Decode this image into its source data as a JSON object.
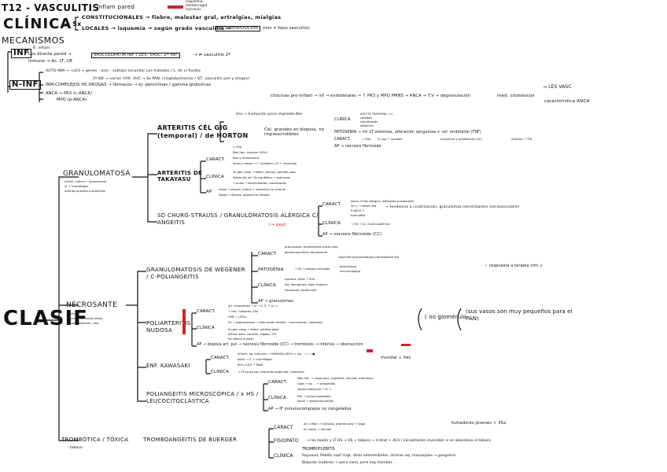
{
  "header": {
    "title": "T12 - VASCULITIS",
    "subtitle": "- inflam pared",
    "sidelist": [
      "isquemia",
      "hemorragia",
      "necrosis"
    ]
  },
  "clinica": {
    "title": "CLÍNICA",
    "sx": "→ Sx",
    "constitucionales": "CONSTITUCIONALES → fiebre, malestar gral, artralgias, mialgias",
    "locales": "LOCALES → isquemia → según grado vasculitis →",
    "superposicion": "SD SUPERPOSICIÓN",
    "mix": "(mix ≠ tipos vasculitis)"
  },
  "mecanismos": {
    "title": "MECANISMOS",
    "inf": "INF",
    "inf_lines": [
      "R. inflam.",
      "Les directa pared →",
      "Inmune → Ac, LT, LB"
    ],
    "vasculopatia": "VASCULOPATÍA INF / LES. VASC. 2ª INF",
    "vasc_tail": "→ ≠ vasculitis 2ª",
    "ninf": "N-INF",
    "auto": "AUTO-INM → +LES → genes - asm - subtipo secundar Les tratados / L. de vi fluidos",
    "inf2": "2ª INF → varias (VHI, VHC → Sx PAN, crioglobulinemia / OT, vasculitis piel y drogas)",
    "inm": "INM-COMPLEJOS  HS DROGAS → fármacos → ej: penicilinas / gamma globulinas",
    "anca": "ANCA → PR3 (c-ANCA)",
    "mpo": "MPO (p-ANCA)",
    "anca_tail": "citocinas pro-inflam → inf → endoteliales → ↑ PR3 y MPO PMNS → ANCA → T.V → degranulación",
    "les_vasc": "→ LES VASC",
    "caract_anca": "característica ANCA",
    "med": "med. citotóxicos"
  },
  "clasif": "CLASIF",
  "granulomatosa": {
    "title": "GRANULOMATOSA",
    "notes": [
      "inflam. crónica → granulomas",
      "LT + macrófagos",
      "arterias grandes o pequeñas"
    ]
  },
  "horton": {
    "title": "ARTERITIS CÉL GIG (temporal) / de HORTON",
    "top": "Vsx → Evolución poco impredecible",
    "caract": "CARACT.",
    "caract_lines": [
      "> 50a",
      "G. sup + variable",
      "Incidencia y predominio (1/2)",
      "Arterias ↑↑PN"
    ],
    "clinica": "CLÍNICA",
    "clin_list": [
      "AFECTA TEMPORAL (+)",
      "cefaleas",
      "claudicación",
      "oftálmica",
      "dolor"
    ],
    "patogenia": "PATOGENIA → inf. LT sistemas, alteración sanguínea + cel. endotelial (TNF)",
    "ap": "AP → necrosis fibrinoide",
    "gran": "Cel. grandes en biopsia, no imprescindibles"
  },
  "takayasu": {
    "title": "ARTERITIS DE TAKAYASU",
    "caract": "CARACT.",
    "caract_lines": [
      "< 50a",
      "Más frec. mujeres (40%)",
      "Asia y Sudamérica",
      "Aorta y ramas ++ / autoinm. (LT + universal)"
    ],
    "clinica": "CLÍNICA",
    "clin_lines": [
      "Sx gen inesp → fiebre, astenia, pérdida peso",
      "Afecta AA inf / Sx isquémico → estenosis",
      "↓ pulso → extremidades, claudicación"
    ],
    "ap": "AP",
    "ap_lines": [
      "Inicial → engros. íntima + estrechez luz arterial",
      "Tardío → fibrosis, adventicia, fibrosis"
    ]
  },
  "churg": {
    "title": "SD CHURG-STRAUSS / GRANULOMATOSIS ALÉRGICA C/ ANGEITIS",
    "peq": "(→ peq)",
    "caract": "CARACT.",
    "caract_lines": [
      "asma, rinitis alérgica, infiltrados pulmonares",
      "50 < → Vasos peq.",
      "P-ANCA +",
      "Eosinofilia"
    ],
    "clinica": "CLÍNICA",
    "clin_line": "→ HS → Ac / multi-sistémica",
    "ap": "AP → necrosis fibrinoide (CC)",
    "extra": "→ tendencia a cicatrización, granulomas necrotizantes extravasculares"
  },
  "necrosante": {
    "title": "NECROSANTE",
    "notes": [
      "daño ag.",
      "necrosis fibrinoide pared",
      "vasos medianos / peq"
    ]
  },
  "wegener": {
    "title": "GRANULOMATOSIS DE WEGENER / C-POLIANGEITIS",
    "caract": "CARACT.",
    "caract_lines": [
      "granulomas necrotizantes tracto resp.",
      "glomerulonefritis necrotizante",
      "vasculitis granulomatosa (necrotizante VA)"
    ],
    "patogenia": "PATOGENIA",
    "pat_lines": [
      "→ HS → alérgico inhalado",
      "granulomas",
      "inm-complejos"
    ],
    "clinica": "CLÍNICA",
    "clin_lines": [
      "sinusitis, otitis → 50a",
      "tos, hemoptisis, dolor torácico",
      "hematuria, proteinuria"
    ],
    "ap": "AP → granulomas",
    "side": "✓ respuesta a terapia inm-↓"
  },
  "pan": {
    "title": "POLIARTERITIS NUDOSA",
    "caract": "CARACT.",
    "caract_lines": [
      "art. musculares → Ø → d, P, ↑ (y ↓)",
      "+ frec. hombres, 45a",
      "VHB + (30%)",
      "Sx → segmentarias → bifurcación arterial → aneurismas / estenosis"
    ],
    "clinica": "CLÍNICA",
    "clin_lines": [
      "Sx gen inesp → fiebre, pérdida peso",
      "Afecta renal, corazón, hígado, TGI",
      "NO afecta pulmón"
    ],
    "ap": "AP → biopsia art. pul → necrosis fibrinoide (CC) → trombosis → infartos → obstrucción",
    "glomerulo": "( no glomérulo",
    "vasos": "(sus vasos son muy pequeños para el PAN)"
  },
  "kawasaki": {
    "title": "ENF. KAWASAKI",
    "caract": "CARACT.",
    "caract_lines": [
      "Infantil, ag. auto-inm → INFANCIA (80% < 4a) → ○ → ●",
      "daño → LT + macrófagos",
      "80% (20% ↑ PAN)"
    ],
    "clinica": "CLÍNICA",
    "clin_line": "→ 1ª causa isq. miocardio adquirida / coronaria",
    "side": "mundial ↓ frec"
  },
  "poliang": {
    "title": "POLIANGEITIS MICROSCÓPICA / x HS / LEUCOCITOCLÁSTICA",
    "caract": "CARACT.",
    "caract_lines": [
      "Más frec. → vasos peq. (capilares, vénulas, arteriolas)",
      "Glom → Ac ... + adquiridas",
      "Desencadenante → R. T."
    ],
    "clinica": "CLÍNICA",
    "clin_lines": [
      "Piel → púrpura palpable",
      "Renal → glomerulonefritis"
    ],
    "ap": "AP → IF inmunocomplejos no congelados"
  },
  "trombotica": {
    "title": "TROMBÓTICA / TÓXICA",
    "note": "- tabaco",
    "buerger": "TROMBOANGEITIS DE BUERGER",
    "caract": "CARACT",
    "caract_lines": [
      "art. inflam → crónicas, arterias peq → rasgo",
      "en venas + nervios"
    ],
    "caract_side": "fumadores jóvenes < 35a",
    "fisiopato": "FISIOPATO",
    "fisio_line": "→ les éxodo y LT HS → HS + tabaco → V-dilat + ACh / inicialmente reversible si se abandona el tabaco",
    "clinica": "CLÍNICA",
    "clin_lines": [
      "TROMBOFLEBITIS",
      "Raynaud, flebitis supf migr, dolor extremidades, úlceras isq. manos/pies → gangrena",
      "Biopsias (sub)nec → poco claro, pero hay trombos"
    ]
  },
  "colors": {
    "accent": "#d61f26",
    "ink": "#111111"
  }
}
